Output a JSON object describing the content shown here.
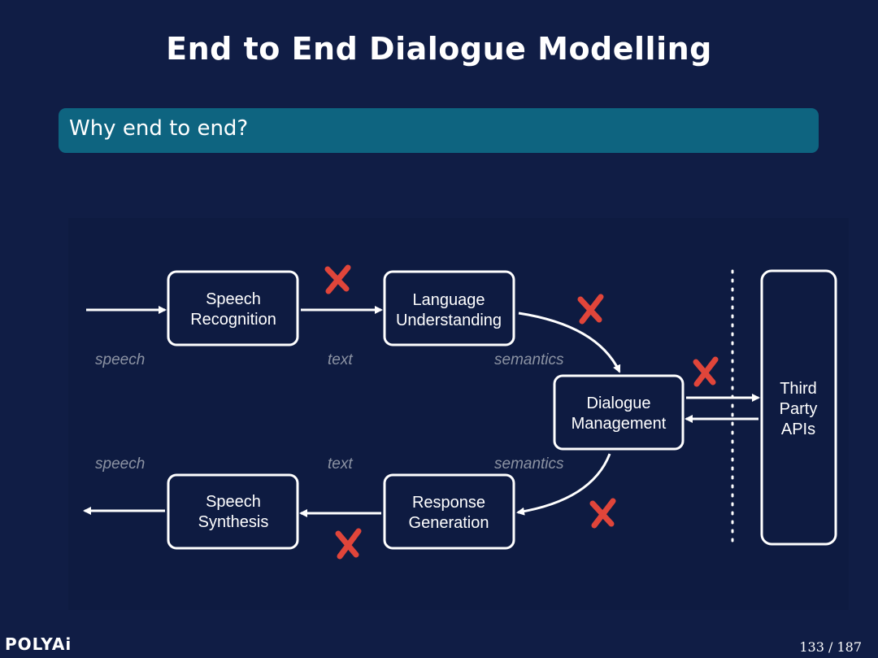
{
  "slide": {
    "title": "End to End Dialogue Modelling",
    "banner": "Why end to end?",
    "logo": "POLYAi",
    "page": "133 / 187"
  },
  "diagram": {
    "boxes": {
      "speech_recognition": [
        "Speech",
        "Recognition"
      ],
      "language_understanding": [
        "Language",
        "Understanding"
      ],
      "dialogue_management": [
        "Dialogue",
        "Management"
      ],
      "third_party_apis": [
        "Third",
        "Party",
        "APIs"
      ],
      "response_generation": [
        "Response",
        "Generation"
      ],
      "speech_synthesis": [
        "Speech",
        "Synthesis"
      ]
    },
    "labels": {
      "top_speech": "speech",
      "top_text": "text",
      "top_semantics": "semantics",
      "bottom_speech": "speech",
      "bottom_text": "text",
      "bottom_semantics": "semantics"
    },
    "colors": {
      "cross": "#e0453a",
      "box_stroke": "#ffffff",
      "label": "#8c93a3"
    }
  }
}
